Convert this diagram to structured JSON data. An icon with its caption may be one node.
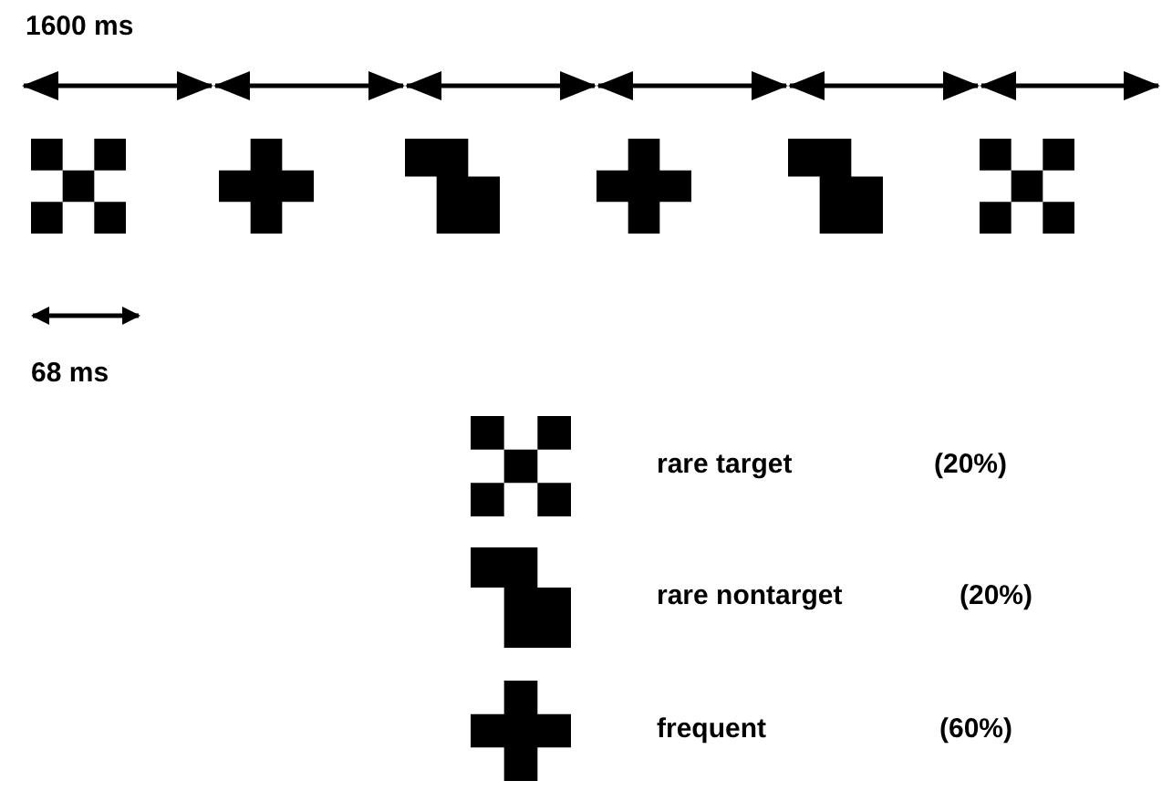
{
  "diagram": {
    "labels": [
      "1600 ms",
      "68 ms",
      "(20%)",
      "(20%)",
      "(60%)"
    ],
    "legend": [
      {
        "text": "rare target"
      },
      {
        "text": "rare nontarget"
      },
      {
        "text": "frequent"
      }
    ]
  }
}
